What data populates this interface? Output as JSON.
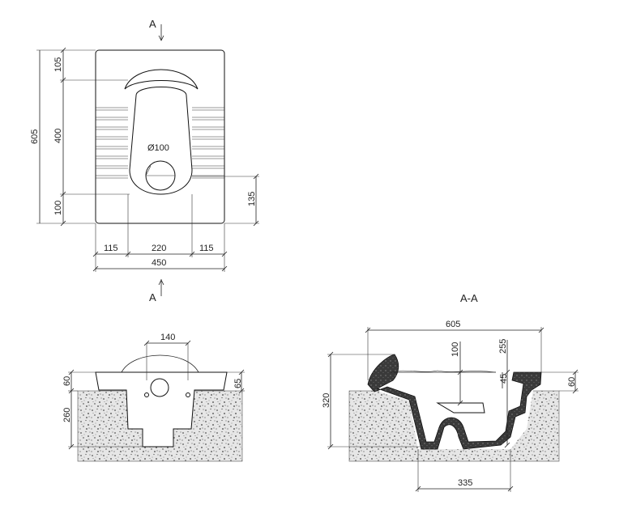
{
  "section_markers": {
    "top": "A",
    "bottom": "A",
    "section_title": "A-A"
  },
  "plan_dims": {
    "total_height": "605",
    "top_offset": "105",
    "mid_length": "400",
    "bottom_offset": "100",
    "right_offset": "135",
    "drain_diameter": "Ø100",
    "width_left": "115",
    "width_center": "220",
    "width_right": "115",
    "total_width": "450"
  },
  "front_dims": {
    "top_width": "140",
    "rim_height_left": "60",
    "rim_height_right": "65",
    "body_height": "260"
  },
  "section_dims": {
    "overall_length": "605",
    "depth_100": "100",
    "depth_255": "255",
    "depth_45": "45",
    "rim_60": "60",
    "total_height": "320",
    "outlet_offset": "335"
  },
  "colors": {
    "line": "#222222",
    "section_fill": "#3a3a3a",
    "concrete": "#d8d8d8"
  }
}
